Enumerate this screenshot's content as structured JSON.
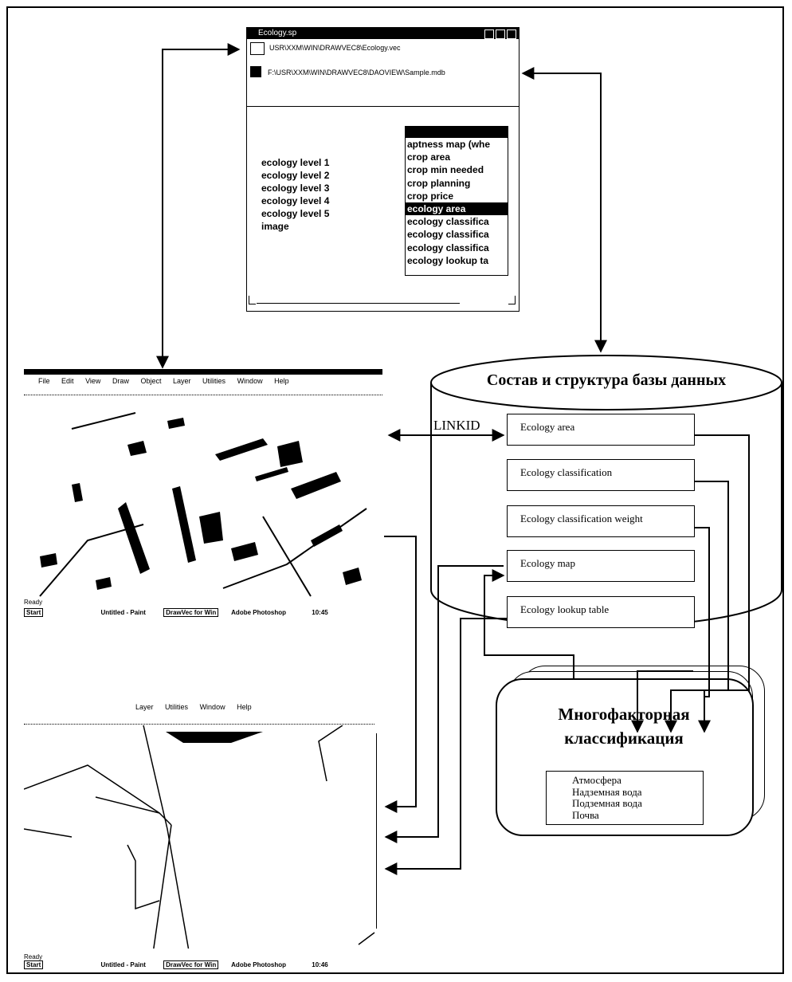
{
  "top_window": {
    "title": "Ecology.sp",
    "path_1": "USR\\XXM\\WIN\\DRAWVEC8\\Ecology.vec",
    "path_2": "F:\\USR\\XXM\\WIN\\DRAWVEC8\\DAOVIEW\\Sample.mdb",
    "layers": [
      "ecology level 1",
      "ecology level 2",
      "ecology level 3",
      "ecology level 4",
      "ecology level 5",
      "image"
    ],
    "tables": [
      "aptness map (whe",
      "crop area",
      "crop min needed",
      "crop planning",
      "crop price",
      "ecology area",
      "ecology classifica",
      "ecology classifica",
      "ecology classifica",
      "ecology lookup ta"
    ],
    "selected_table_index": 5
  },
  "map_window_1": {
    "menu": [
      "File",
      "Edit",
      "View",
      "Draw",
      "Object",
      "Layer",
      "Utilities",
      "Window",
      "Help"
    ],
    "status_ready": "Ready",
    "taskbar": [
      "Start",
      "Untitled - Paint",
      "DrawVec for Win",
      "Adobe Photoshop",
      "10:45"
    ]
  },
  "map_window_2": {
    "menu": [
      "Layer",
      "Utilities",
      "Window",
      "Help"
    ],
    "status_ready": "Ready",
    "taskbar": [
      "Start",
      "Untitled - Paint",
      "DrawVec for Win",
      "Adobe Photoshop",
      "10:46"
    ]
  },
  "database": {
    "title": "Состав и структура базы данных",
    "link_label": "LINKID",
    "tables": [
      "Ecology area",
      "Ecology classification",
      "Ecology classification weight",
      "Ecology map",
      "Ecology lookup table"
    ]
  },
  "classification": {
    "title_line1": "Многофакторная",
    "title_line2": "классификация",
    "factors": [
      "Атмосфера",
      "Надземная вода",
      "Подземная вода",
      "Почва"
    ]
  }
}
